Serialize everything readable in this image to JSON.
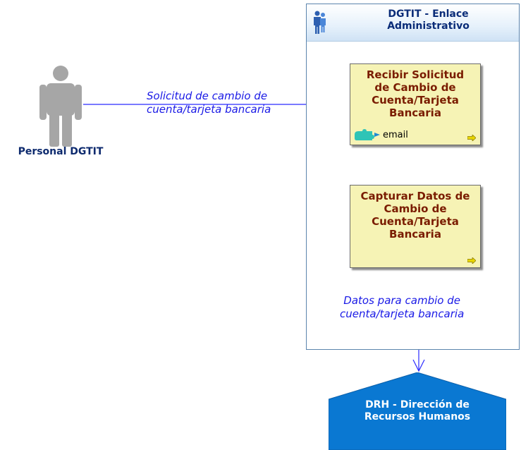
{
  "lane": {
    "title_line1": "DGTIT - Enlace",
    "title_line2": "Administrativo",
    "icon": "group-people-icon"
  },
  "actor": {
    "label": "Personal DGTIT",
    "icon": "person-silhouette-icon"
  },
  "tasks": [
    {
      "lines": [
        "Recibir Solicitud",
        "de Cambio de",
        "Cuenta/Tarjeta",
        "Bancaria"
      ],
      "attachment": "email",
      "attachment_icon": "puzzle-icon",
      "marker_icon": "arrow-marker-icon"
    },
    {
      "lines": [
        "Capturar Datos de",
        "Cambio de",
        "Cuenta/Tarjeta",
        "Bancaria"
      ],
      "marker_icon": "arrow-marker-icon"
    }
  ],
  "flows": [
    {
      "lines": [
        "Solicitud de cambio de",
        "cuenta/tarjeta bancaria"
      ]
    },
    {
      "lines": [
        "Datos para cambio de",
        "cuenta/tarjeta bancaria"
      ]
    }
  ],
  "external": {
    "line1": "DRH - Dirección de",
    "line2": "Recursos Humanos"
  },
  "colors": {
    "lane_border": "#5b84ad",
    "task_fill": "#f6f3b5",
    "task_text": "#7a1c00",
    "flow_line": "#2b2bff",
    "external_fill": "#0a78d2",
    "actor": "#a6a6a6"
  }
}
